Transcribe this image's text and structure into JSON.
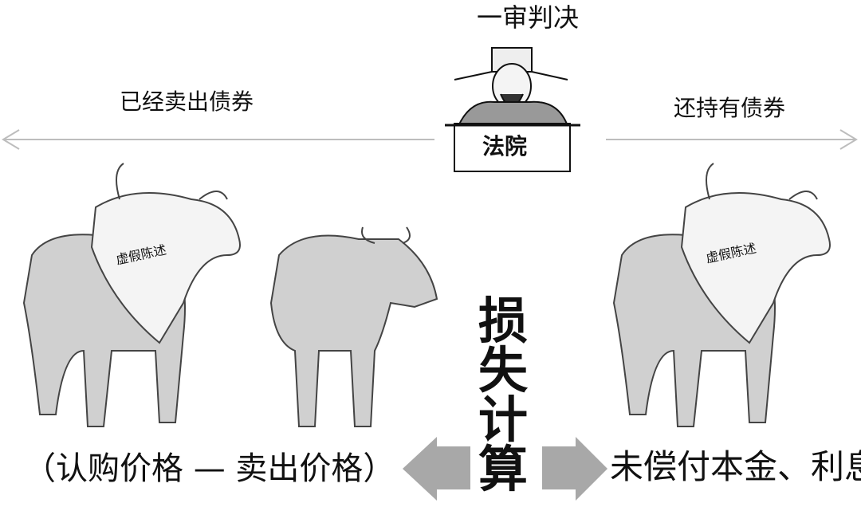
{
  "title": "一审判决",
  "left_label": "已经卖出债券",
  "right_label": "还持有债券",
  "court_label": "法院",
  "cow_tag_left": "虚假陈述",
  "cow_tag_right": "虚假陈述",
  "center_label": "损失计算",
  "bottom_left_formula": "（认购价格 — 卖出价格）",
  "bottom_right_formula": "未偿付本金、利息",
  "colors": {
    "line": "#bdbdbd",
    "arrow": "#a8a8a8",
    "cow": "#cfcfcf",
    "ink": "#111111"
  }
}
